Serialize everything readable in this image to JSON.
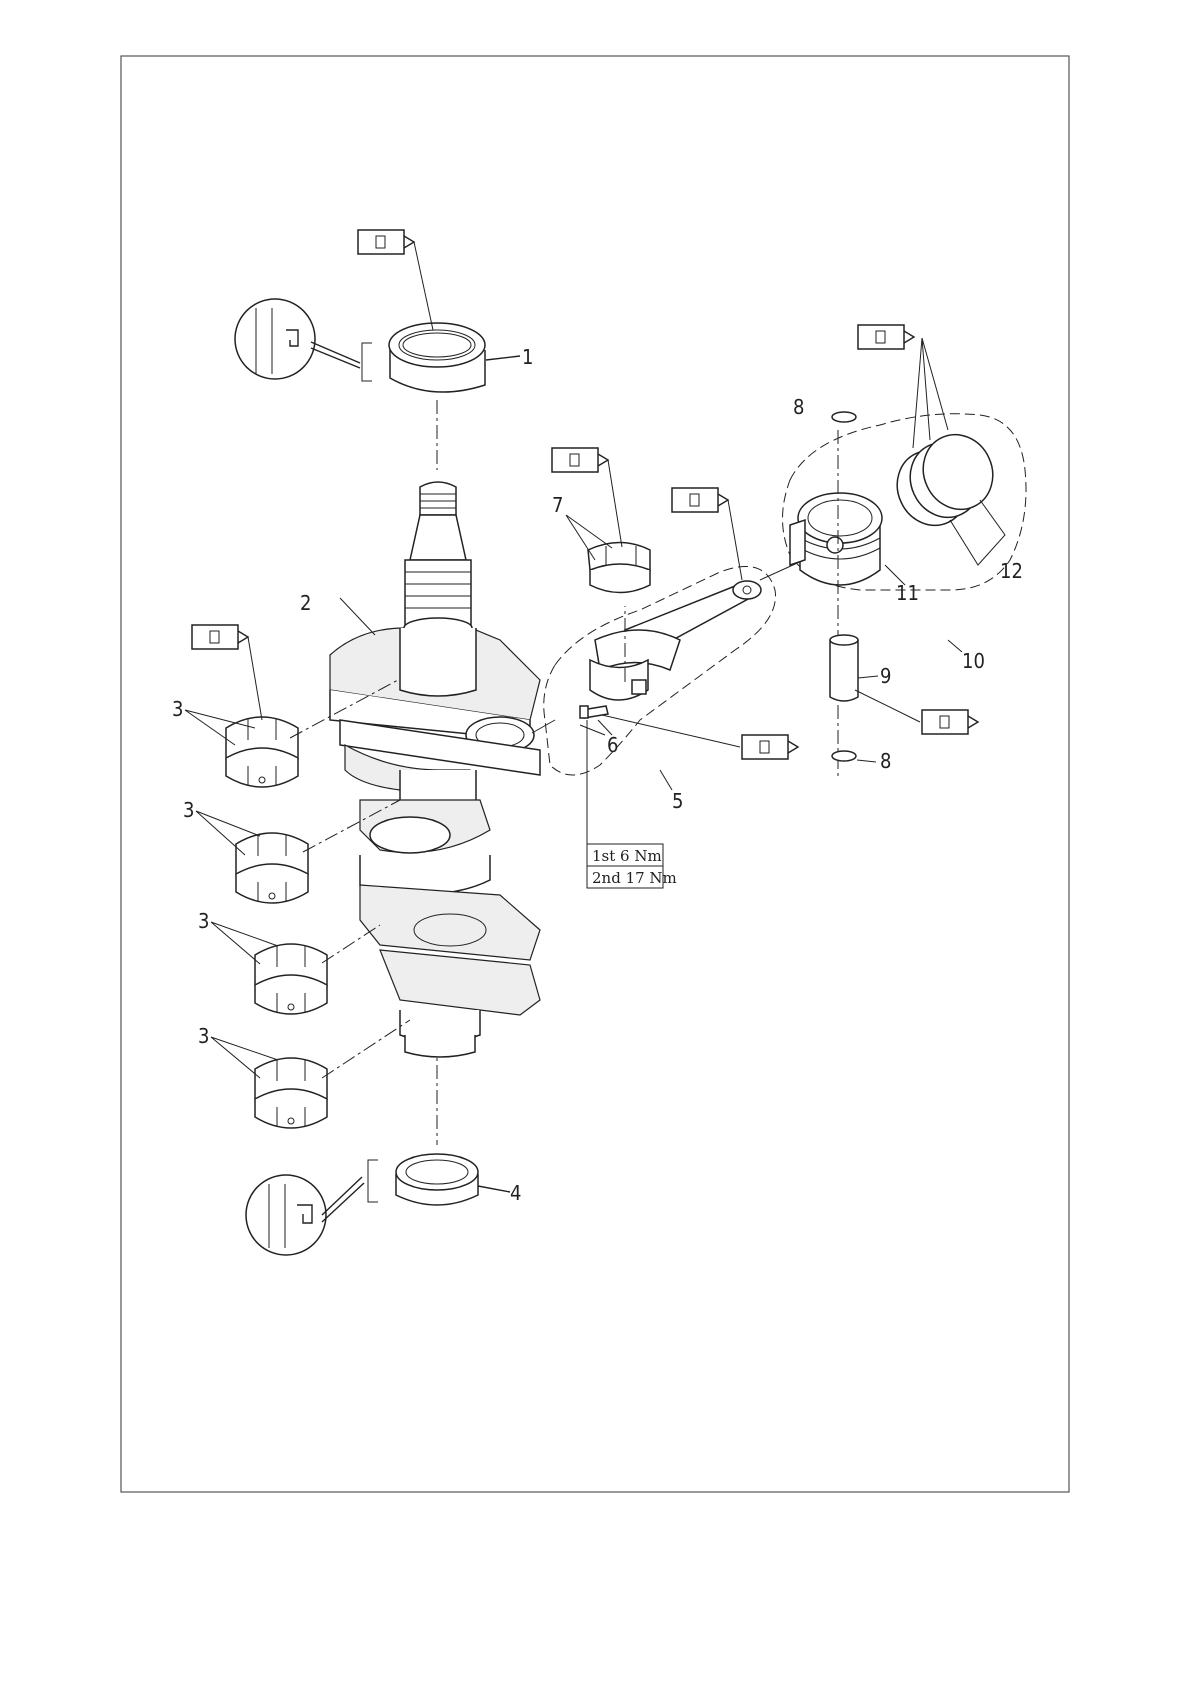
{
  "callouts": {
    "c1": "1",
    "c2": "2",
    "c3a": "3",
    "c3b": "3",
    "c3c": "3",
    "c3d": "3",
    "c4": "4",
    "c5": "5",
    "c6": "6",
    "c7": "7",
    "c8a": "8",
    "c8b": "8",
    "c9": "9",
    "c10": "10",
    "c11": "11",
    "c12": "12"
  },
  "torque": {
    "first": "1st 6 Nm",
    "second": "2nd 17 Nm"
  },
  "icons": {
    "lubricant": "oil-can-icon",
    "seal_detail": "seal-detail-magnifier-icon"
  }
}
